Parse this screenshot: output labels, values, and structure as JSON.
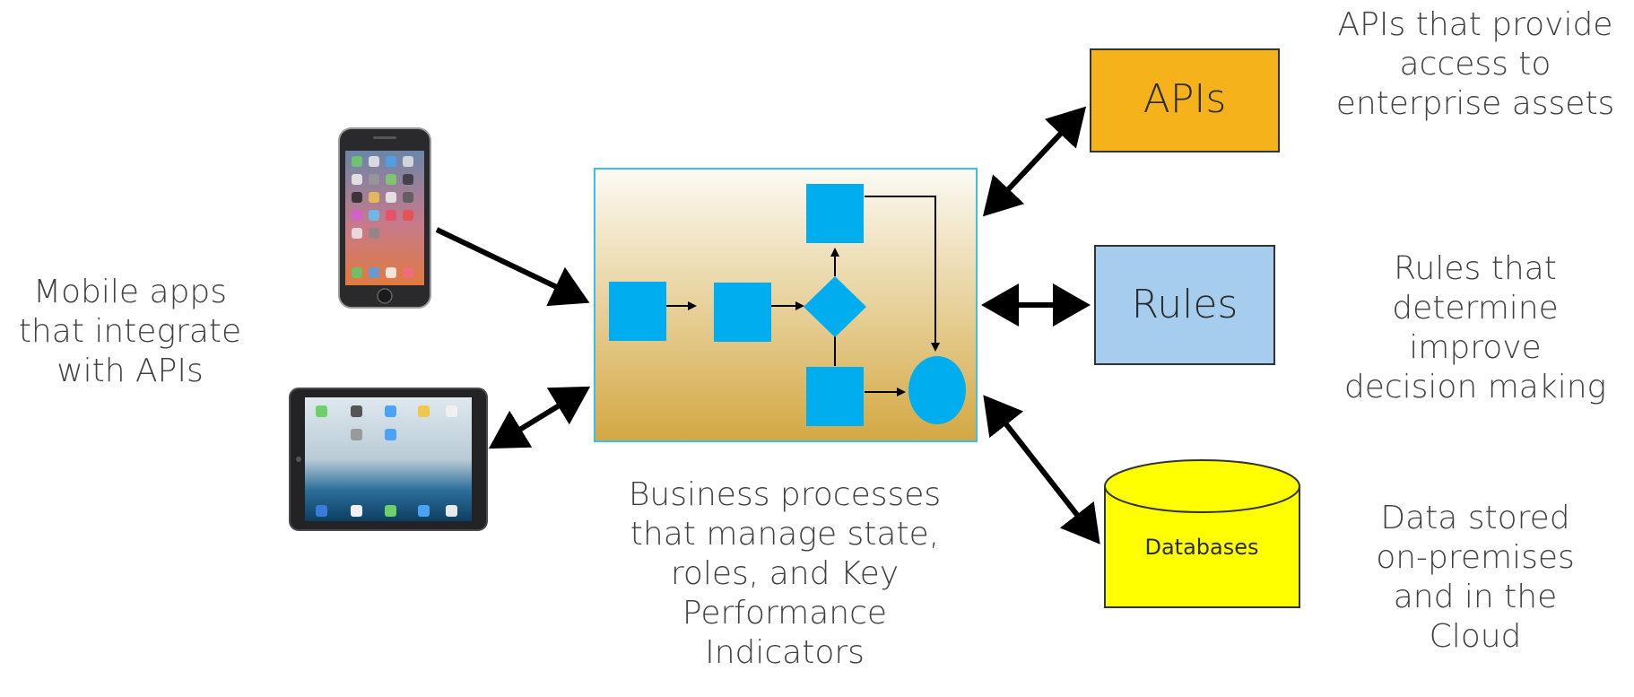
{
  "captions": {
    "mobile": "Mobile apps\nthat integrate\nwith APIs",
    "process": "Business processes\nthat manage state,\nroles, and Key\nPerformance\nIndicators",
    "apis": "APIs that provide\naccess to\nenterprise assets",
    "rules": "Rules that\ndetermine\nimprove\ndecision making",
    "data": "Data stored\non-premises\nand in the\nCloud"
  },
  "boxes": {
    "apis": "APIs",
    "rules": "Rules",
    "databases": "Databases"
  },
  "colors": {
    "apis_fill": "#f5b21b",
    "rules_fill": "#a6cdee",
    "db_fill": "#ffff00",
    "process_top": "#fbf7ee",
    "process_bottom": "#d4aa45",
    "flow_shape": "#00aeef"
  },
  "icons": [
    "phone-icon",
    "tablet-icon"
  ]
}
